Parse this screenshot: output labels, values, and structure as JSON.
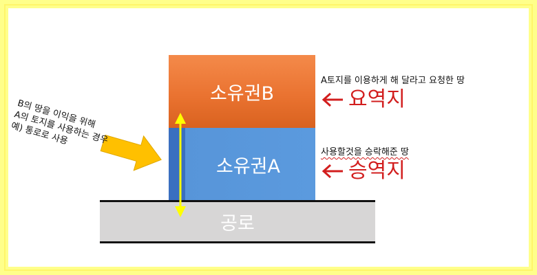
{
  "blocks": {
    "ownership_b": "소유권B",
    "ownership_a": "소유권A",
    "public_road": "공로"
  },
  "labels": {
    "dominant_desc": "A토지를 이용하게 해 달라고 요청한 땅",
    "dominant_term": "요역지",
    "servient_desc": "사용할것을 승락해준 땅",
    "servient_term": "승역지"
  },
  "note": {
    "line1": "B의 땅을 이익을 위해",
    "line2": "A의 토지를 사용하는 경우",
    "line3": "예) 통로로 사용"
  },
  "colors": {
    "frame": "#ffff8a",
    "orange_block": "#ea7331",
    "blue_block": "#5b9ade",
    "road": "#d7d6d6",
    "term_red": "#d21e1e",
    "arrow_yellow": "#ffff00",
    "arrow_gold": "#ffc000"
  },
  "icons": {
    "term_arrow": "left-arrow-icon",
    "vertical_arrow": "double-arrow-icon",
    "pointer_arrow": "right-arrow-icon"
  }
}
